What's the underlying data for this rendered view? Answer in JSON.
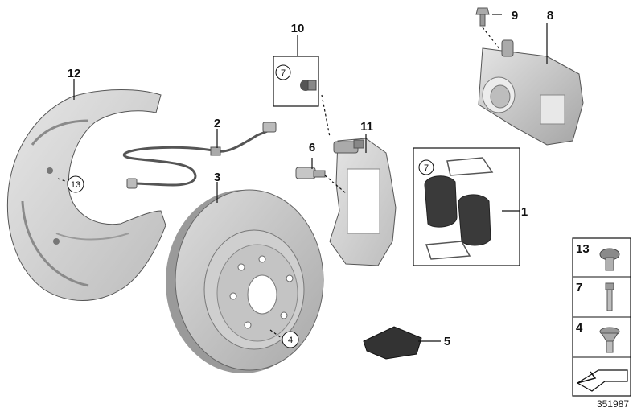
{
  "callouts": {
    "c1": "1",
    "c2": "2",
    "c3": "3",
    "c4": "4",
    "c5": "5",
    "c6": "6",
    "c7": "7",
    "c8": "8",
    "c9": "9",
    "c10": "10",
    "c11": "11",
    "c12": "12",
    "c13": "13"
  },
  "legend": {
    "items": [
      {
        "label": "13",
        "icon": "flange-bolt-icon"
      },
      {
        "label": "7",
        "icon": "bolt-icon"
      },
      {
        "label": "4",
        "icon": "countersunk-bolt-icon"
      }
    ]
  },
  "document_id": "351987",
  "colors": {
    "part_fill": "#d9d9d9",
    "part_shade": "#b8b8b8",
    "outline": "#111111"
  }
}
